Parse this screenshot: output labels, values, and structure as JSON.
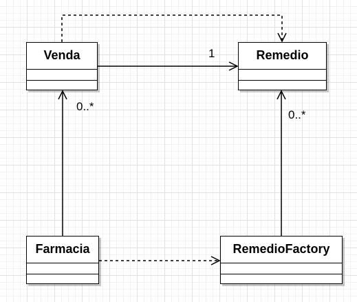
{
  "classes": {
    "venda": {
      "name": "Venda"
    },
    "remedio": {
      "name": "Remedio"
    },
    "farmacia": {
      "name": "Farmacia"
    },
    "remedio_factory": {
      "name": "RemedioFactory"
    }
  },
  "relationships": [
    {
      "from": "Venda",
      "to": "Remedio",
      "kind": "association",
      "line": "solid",
      "arrow": "open",
      "label": "1"
    },
    {
      "from": "Venda",
      "to": "Remedio",
      "kind": "dependency",
      "line": "dashed",
      "arrow": "open"
    },
    {
      "from": "Farmacia",
      "to": "Venda",
      "kind": "association",
      "line": "solid",
      "arrow": "open",
      "label": "0..*"
    },
    {
      "from": "RemedioFactory",
      "to": "Remedio",
      "kind": "association",
      "line": "solid",
      "arrow": "open",
      "label": "0..*"
    },
    {
      "from": "Farmacia",
      "to": "RemedioFactory",
      "kind": "dependency",
      "line": "dashed",
      "arrow": "open"
    }
  ],
  "labels": {
    "venda_remedio_mult": "1",
    "farmacia_venda_mult": "0..*",
    "factory_remedio_mult": "0..*"
  }
}
